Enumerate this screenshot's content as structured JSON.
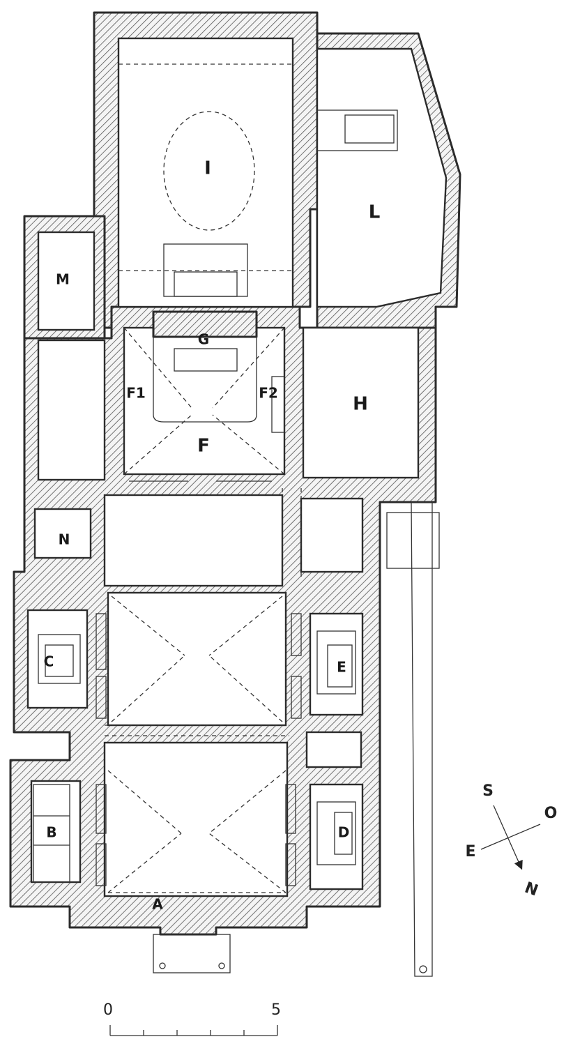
{
  "rooms": {
    "A": "A",
    "B": "B",
    "C": "C",
    "D": "D",
    "E": "E",
    "F": "F",
    "F1": "F1",
    "F2": "F2",
    "G": "G",
    "H": "H",
    "I": "I",
    "L": "L",
    "M": "M",
    "N": "N"
  },
  "compass": {
    "north": "N",
    "south": "S",
    "east": "E",
    "west": "O"
  },
  "scale": {
    "start": "0",
    "end": "5"
  }
}
